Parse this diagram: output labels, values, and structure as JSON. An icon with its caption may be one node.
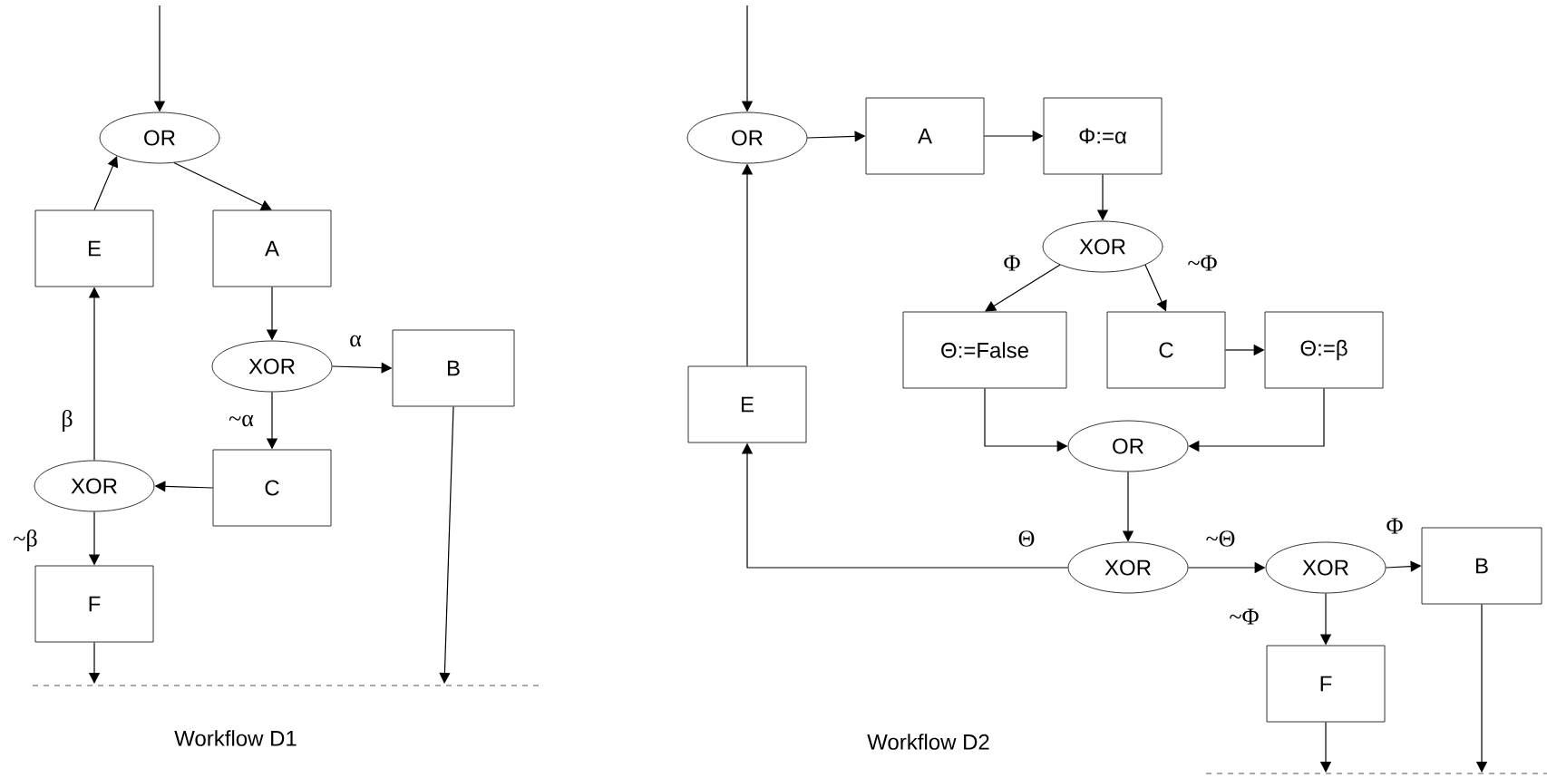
{
  "diagram": {
    "nodes": [
      {
        "text": [
          "OR"
        ]
      },
      {
        "text": [
          "E"
        ]
      },
      {
        "text": [
          "A"
        ]
      },
      {
        "text": [
          "XOR"
        ]
      },
      {
        "text": [
          "B"
        ]
      },
      {
        "text": [
          "C"
        ]
      },
      {
        "text": [
          "XOR"
        ]
      },
      {
        "text": [
          "F"
        ]
      },
      {
        "text": [
          "OR"
        ]
      },
      {
        "text": [
          "A"
        ]
      },
      {
        "text": [
          "Φ:=α"
        ]
      },
      {
        "text": [
          "XOR"
        ]
      },
      {
        "text": [
          "Θ:=False"
        ]
      },
      {
        "text": [
          "C"
        ]
      },
      {
        "text": [
          "Θ:=β"
        ]
      },
      {
        "text": [
          "E"
        ]
      },
      {
        "text": [
          "OR"
        ]
      },
      {
        "text": [
          "XOR"
        ]
      },
      {
        "text": [
          "XOR"
        ]
      },
      {
        "text": [
          "B"
        ]
      },
      {
        "text": [
          "F"
        ]
      }
    ],
    "edges": [
      {
        "from": null,
        "to": 0,
        "arrow": "to"
      },
      {
        "from": 1,
        "to": 0,
        "arrow": "to"
      },
      {
        "from": 0,
        "to": 2,
        "arrow": "to"
      },
      {
        "from": 2,
        "to": 3,
        "arrow": "to"
      },
      {
        "from": 3,
        "to": 4,
        "arrow": "to",
        "label": "α"
      },
      {
        "from": 3,
        "to": 5,
        "arrow": "to",
        "label": "~α"
      },
      {
        "from": 5,
        "to": 6,
        "arrow": "to"
      },
      {
        "from": 6,
        "to": 1,
        "arrow": "to",
        "label": "β"
      },
      {
        "from": 6,
        "to": 7,
        "arrow": "to",
        "label": "~β"
      },
      {
        "from": 7,
        "to": null,
        "arrow": "to"
      },
      {
        "from": 4,
        "to": null,
        "arrow": "to"
      },
      {
        "from": null,
        "to": 8,
        "arrow": "to"
      },
      {
        "from": 8,
        "to": 9,
        "arrow": "to"
      },
      {
        "from": 9,
        "to": 10,
        "arrow": "to"
      },
      {
        "from": 10,
        "to": 11,
        "arrow": "to"
      },
      {
        "from": 11,
        "to": 12,
        "arrow": "to",
        "label": "Φ"
      },
      {
        "from": 11,
        "to": 13,
        "arrow": "to",
        "label": "~Φ"
      },
      {
        "from": 13,
        "to": 14,
        "arrow": "to"
      },
      {
        "from": 12,
        "to": 16,
        "arrow": "to"
      },
      {
        "from": 14,
        "to": 16,
        "arrow": "to"
      },
      {
        "from": 16,
        "to": 17,
        "arrow": "to"
      },
      {
        "from": 17,
        "to": 15,
        "arrow": "to",
        "label": "Θ"
      },
      {
        "from": 15,
        "to": 8,
        "arrow": "to"
      },
      {
        "from": 17,
        "to": 18,
        "arrow": "to",
        "label": "~Θ"
      },
      {
        "from": 18,
        "to": 19,
        "arrow": "to",
        "label": "Φ"
      },
      {
        "from": 18,
        "to": 20,
        "arrow": "to",
        "label": "~Φ"
      },
      {
        "from": 20,
        "to": null,
        "arrow": "to"
      },
      {
        "from": 19,
        "to": null,
        "arrow": "to"
      }
    ],
    "labels": [
      "Workflow D1",
      "Workflow D2"
    ]
  }
}
